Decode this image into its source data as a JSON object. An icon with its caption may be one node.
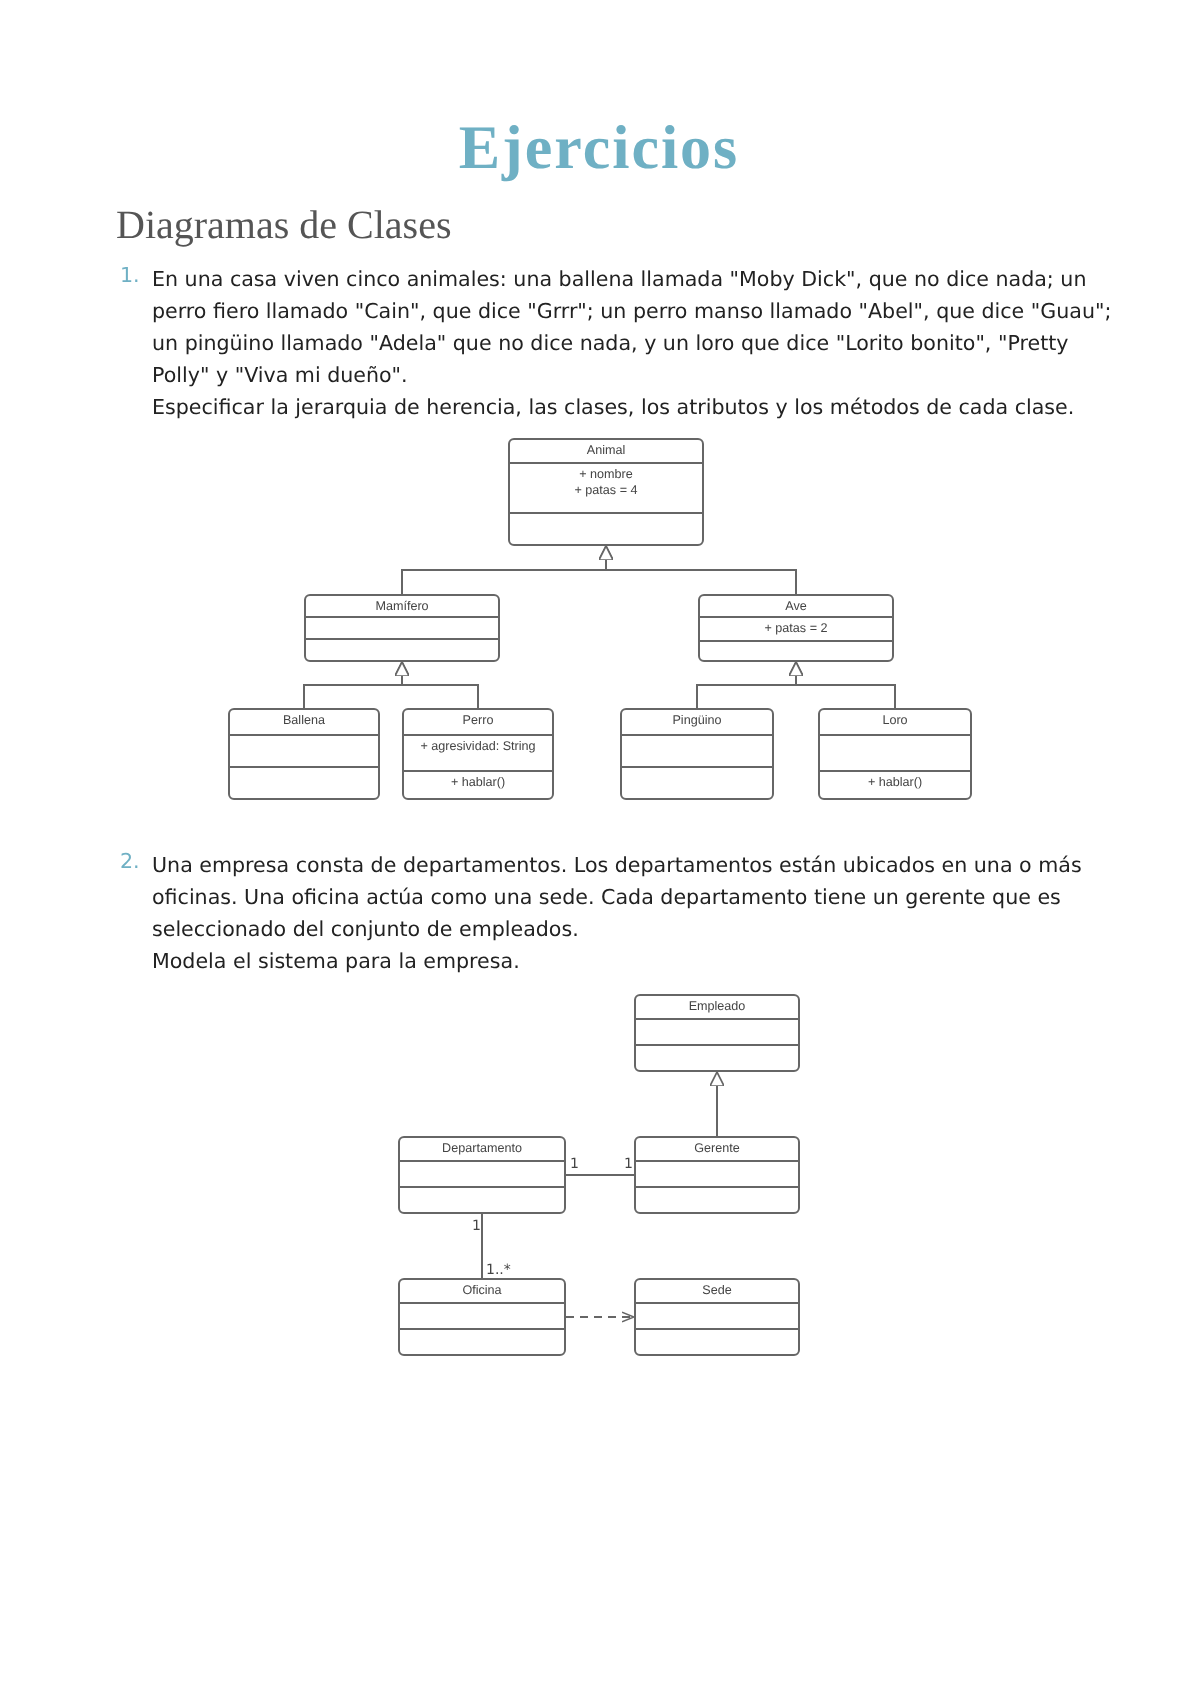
{
  "diagram": {
    "title": "Ejercicios",
    "nodes": [
      {
        "text": [
          "Animal",
          "+ nombre",
          "+ patas = 4"
        ]
      },
      {
        "text": [
          "Mamífero"
        ]
      },
      {
        "text": [
          "Ave",
          "+ patas = 2"
        ]
      },
      {
        "text": [
          "Ballena"
        ]
      },
      {
        "text": [
          "Perro",
          "+ agresividad: String",
          "+ hablar()"
        ]
      },
      {
        "text": [
          "Pingüino"
        ]
      },
      {
        "text": [
          "Loro",
          "+ hablar()"
        ]
      },
      {
        "text": [
          "Empleado"
        ]
      },
      {
        "text": [
          "Departamento"
        ]
      },
      {
        "text": [
          "Gerente"
        ]
      },
      {
        "text": [
          "Oficina"
        ]
      },
      {
        "text": [
          "Sede"
        ]
      }
    ],
    "edges": [
      {
        "from": 1,
        "to": 0,
        "arrow": "to"
      },
      {
        "from": 2,
        "to": 0,
        "arrow": "to"
      },
      {
        "from": 3,
        "to": 1,
        "arrow": "to"
      },
      {
        "from": 4,
        "to": 1,
        "arrow": "to"
      },
      {
        "from": 5,
        "to": 2,
        "arrow": "to"
      },
      {
        "from": 6,
        "to": 2,
        "arrow": "to"
      },
      {
        "from": 9,
        "to": 7,
        "arrow": "to"
      },
      {
        "from": 8,
        "to": 9,
        "arrow": "none"
      },
      {
        "from": 8,
        "to": 10,
        "arrow": "none"
      },
      {
        "from": 10,
        "to": 11,
        "arrow": "to",
        "style": "dashed"
      }
    ],
    "labels": [
      "Diagramas de Clases",
      "1.",
      "En una casa viven cinco animales: una ballena llamada \"Moby Dick\", que no dice nada; un perro fiero llamado \"Cain\", que dice \"Grrr\"; un perro manso llamado \"Abel\", que dice \"Guau\"; un pingüino llamado \"Adela\" que no dice nada, y un loro que dice \"Lorito bonito\", \"Pretty Polly\" y \"Viva mi dueño\".",
      "Especificar la jerarquia de herencia, las clases, los atributos y los métodos de cada clase.",
      "2.",
      "Una empresa consta de departamentos. Los departamentos están ubicados en una o más oficinas. Una oficina actúa como una sede. Cada departamento tiene un gerente que es seleccionado del conjunto de empleados.",
      "Modela el sistema para la empresa.",
      "1",
      "1",
      "1",
      "1..*"
    ]
  }
}
